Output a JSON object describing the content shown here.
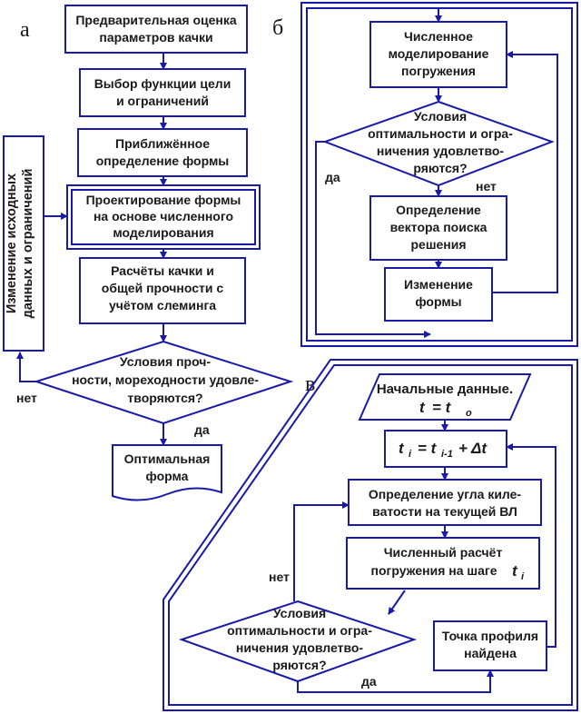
{
  "labels": {
    "a": "а",
    "b": "б",
    "v": "в"
  },
  "a": {
    "n1": [
      "Предварительная оценка",
      "параметров качки"
    ],
    "n2": [
      "Выбор функции цели",
      "и ограничений"
    ],
    "n3": [
      "Приближённое",
      "определение формы"
    ],
    "n4": [
      "Проектирование формы",
      "на основе численного",
      "моделирования"
    ],
    "n5": [
      "Расчёты качки и",
      "общей прочности с",
      "учётом слеминга"
    ],
    "d1": [
      "Условия проч-",
      "ности, мореходности удовле-",
      "творяются?"
    ],
    "side": [
      "Изменение исходных",
      "данных и ограничений"
    ],
    "no": "нет",
    "yes": "да",
    "end": [
      "Оптимальная",
      "форма"
    ]
  },
  "b": {
    "n1": [
      "Численное",
      "моделирование",
      "погружения"
    ],
    "d1": [
      "Условия",
      "оптимальности и огра-",
      "ничения удовлетво-",
      "ряются?"
    ],
    "yes": "да",
    "no": "нет",
    "n2": [
      "Определение",
      "вектора поиска",
      "решения"
    ],
    "n3": [
      "Изменение",
      "формы"
    ]
  },
  "v": {
    "io": "Начальные данные.",
    "io_t": "t",
    "io_eq": "= t",
    "io_sub": "o",
    "f_ti": "t",
    "f_sub_i": "i",
    "f_eq": "= t",
    "f_sub_im1": "i-1",
    "f_plus": "+ Δt",
    "n1": [
      "Определение угла киле-",
      "ватости на текущей ВЛ"
    ],
    "n2": [
      "Численный расчёт",
      "погружения на шаге"
    ],
    "n2_t": "t",
    "n2_sub": "i",
    "no": "нет",
    "d1": [
      "Условия",
      "оптимальности и огра-",
      "ничения удовлетво-",
      "ряются?"
    ],
    "yes": "да",
    "n3": [
      "Точка профиля",
      "найдена"
    ]
  },
  "colors": {
    "stroke": "#1a1aa8",
    "text": "#1a1a1a"
  }
}
